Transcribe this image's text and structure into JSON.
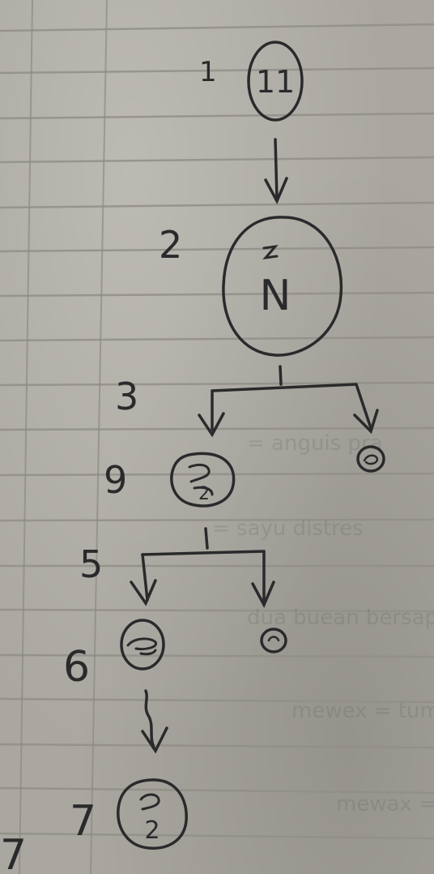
{
  "diagram": {
    "step_numbers": [
      "1",
      "2",
      "3",
      "9",
      "5",
      "6",
      "7"
    ],
    "nodes": [
      {
        "id": "n1",
        "text": "11"
      },
      {
        "id": "n2",
        "text": "N"
      },
      {
        "id": "n4",
        "text": "2"
      },
      {
        "id": "n4r",
        "text": ""
      },
      {
        "id": "n6",
        "text": ""
      },
      {
        "id": "n6r",
        "text": ""
      },
      {
        "id": "n7",
        "text": "2"
      }
    ],
    "margin_mark": "7"
  },
  "background_text": [
    "= anguis pra",
    "= sayu distres",
    "dua buean bersapten",
    "mewex = tumbuk",
    "mewax = jalinga"
  ],
  "colors": {
    "paper": "#a9a79f",
    "rule_line": "#8f8e88",
    "ink": "#2a2a2c"
  }
}
